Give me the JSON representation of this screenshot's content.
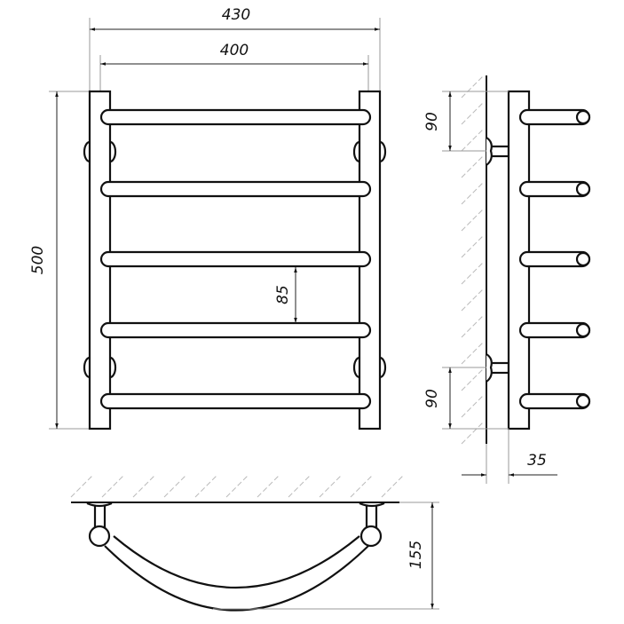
{
  "dimensions": {
    "overall_width": "430",
    "rail_width": "400",
    "height": "500",
    "rail_spacing": "85",
    "top_bracket_offset": "90",
    "bottom_bracket_offset": "90",
    "wall_gap": "35",
    "depth": "155"
  },
  "rail_count": 5
}
